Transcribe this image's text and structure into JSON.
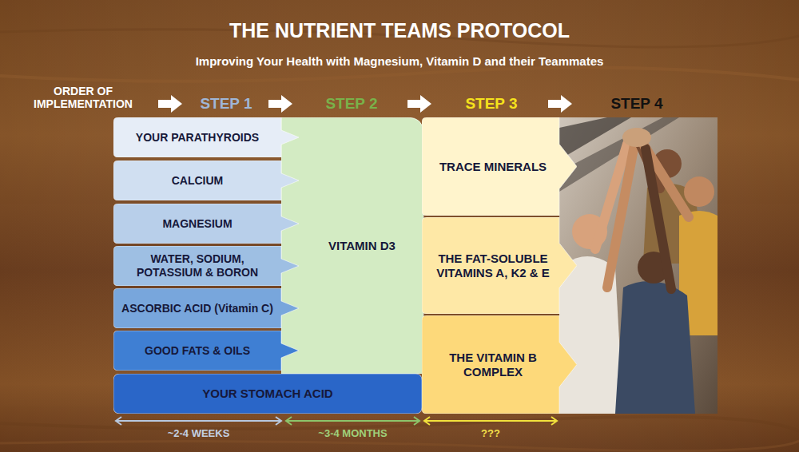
{
  "diagram": {
    "title": "THE NUTRIENT TEAMS PROTOCOL",
    "caption": "Improving Your Health with Magnesium, Vitamin D and their Teammates",
    "nodes": [
      {
        "text": [
          "YOUR PARATHYROIDS"
        ]
      },
      {
        "text": [
          "CALCIUM"
        ]
      },
      {
        "text": [
          "MAGNESIUM"
        ]
      },
      {
        "text": [
          "WATER, SODIUM, POTASSIUM & BORON"
        ]
      },
      {
        "text": [
          "ASCORBIC ACID (Vitamin C)"
        ]
      },
      {
        "text": [
          "GOOD FATS & OILS"
        ]
      },
      {
        "text": [
          "YOUR STOMACH ACID"
        ]
      },
      {
        "text": [
          "VITAMIN D3"
        ]
      },
      {
        "text": [
          "TRACE MINERALS"
        ]
      },
      {
        "text": [
          "THE FAT-SOLUBLE VITAMINS A, K2 & E"
        ]
      },
      {
        "text": [
          "THE VITAMIN B COMPLEX"
        ]
      }
    ],
    "labels": [
      "ORDER OF IMPLEMENTATION",
      "STEP 1",
      "STEP 2",
      "STEP 3",
      "STEP 4",
      "~2-4 WEEKS",
      "~3-4 MONTHS",
      "???"
    ]
  }
}
